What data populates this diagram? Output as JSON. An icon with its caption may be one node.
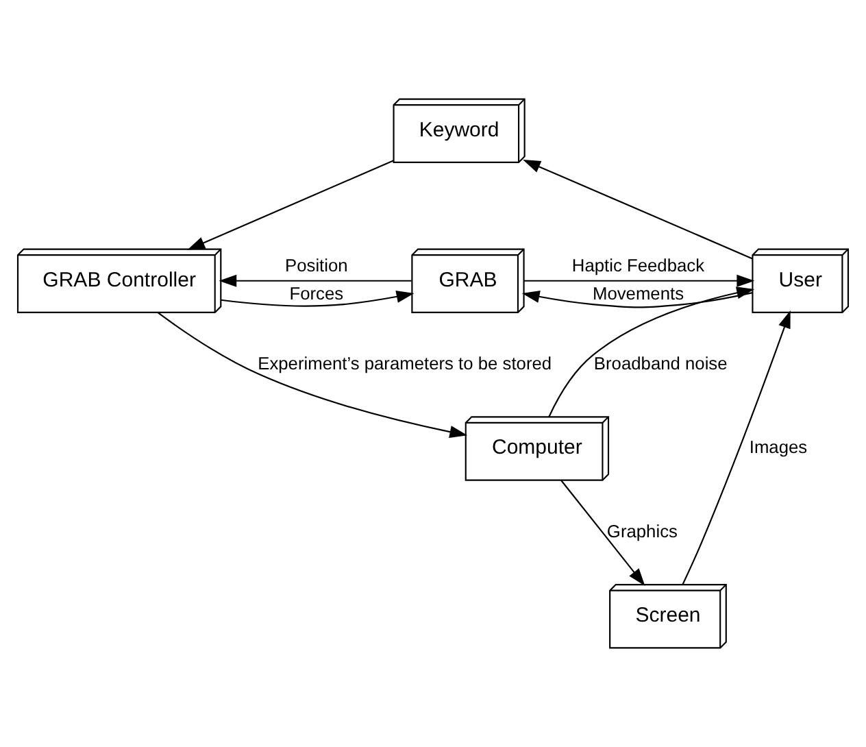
{
  "diagram": {
    "nodes": [
      {
        "text": [
          "Keyword"
        ]
      },
      {
        "text": [
          "GRAB Controller"
        ]
      },
      {
        "text": [
          "GRAB"
        ]
      },
      {
        "text": [
          "User"
        ]
      },
      {
        "text": [
          "Computer"
        ]
      },
      {
        "text": [
          "Screen"
        ]
      }
    ],
    "edges": [
      {
        "from": 3,
        "to": 0,
        "arrow": "to"
      },
      {
        "from": 0,
        "to": 1,
        "arrow": "to"
      },
      {
        "from": 1,
        "to": 2,
        "arrow": "to",
        "label": "Forces"
      },
      {
        "from": 2,
        "to": 1,
        "arrow": "to",
        "label": "Position"
      },
      {
        "from": 2,
        "to": 3,
        "arrow": "to",
        "label": "Haptic Feedback"
      },
      {
        "from": 3,
        "to": 2,
        "arrow": "to",
        "label": "Movements"
      },
      {
        "from": 1,
        "to": 4,
        "arrow": "to",
        "label": "Experiment’s parameters to be stored"
      },
      {
        "from": 4,
        "to": 3,
        "arrow": "to",
        "label": "Broadband noise"
      },
      {
        "from": 4,
        "to": 5,
        "arrow": "to",
        "label": "Graphics"
      },
      {
        "from": 5,
        "to": 3,
        "arrow": "to",
        "label": "Images"
      }
    ]
  }
}
